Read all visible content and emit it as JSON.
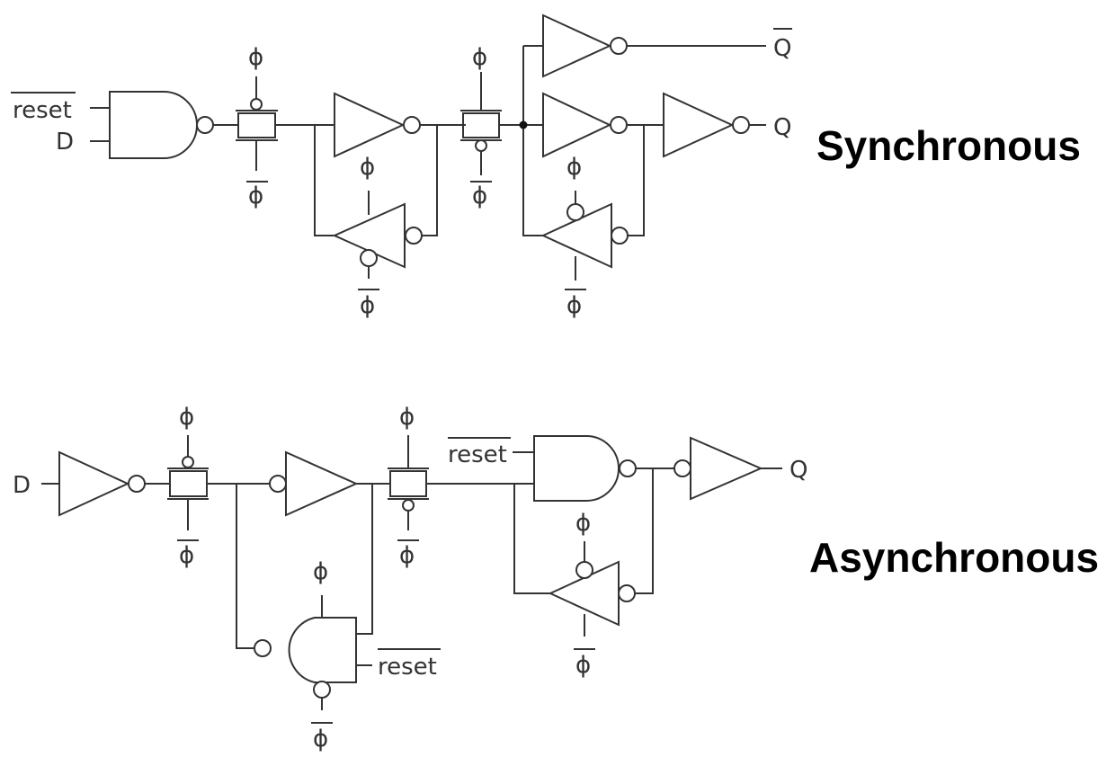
{
  "labels": {
    "sync_title": "Synchronous",
    "async_title": "Asynchronous",
    "reset": "reset",
    "d": "D",
    "q": "Q",
    "qbar": "Q",
    "phi": "ϕ",
    "phibar": "ϕ"
  }
}
